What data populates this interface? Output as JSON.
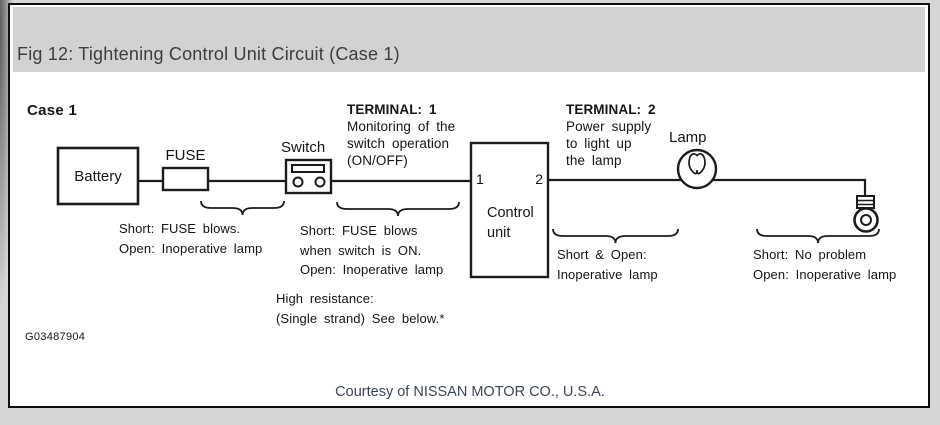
{
  "header": {
    "title": "Fig 12: Tightening Control Unit Circuit (Case 1)"
  },
  "diagram": {
    "case_label": "Case 1",
    "components": {
      "battery": "Battery",
      "fuse": "FUSE",
      "switch": "Switch",
      "lamp": "Lamp",
      "control_unit": [
        "Control",
        "unit"
      ],
      "terminal_1": "1",
      "terminal_2": "2"
    },
    "terminal_notes": {
      "terminal_1": [
        "TERMINAL: 1",
        "Monitoring of the",
        "switch operation",
        "(ON/OFF)"
      ],
      "terminal_2": [
        "TERMINAL: 2",
        "Power supply",
        "to light up",
        "the lamp"
      ]
    },
    "fault_notes": {
      "battery_to_switch": [
        "Short: FUSE blows.",
        "Open: Inoperative lamp"
      ],
      "switch_to_control": [
        "Short: FUSE blows",
        "when switch is ON.",
        "Open: Inoperative lamp"
      ],
      "switch_to_control_extra": [
        "High resistance:",
        "(Single strand) See below.*"
      ],
      "control_to_lamp": [
        "Short & Open:",
        "Inoperative lamp"
      ],
      "lamp_to_ground": [
        "Short: No problem",
        "Open: Inoperative lamp"
      ]
    },
    "figure_id": "G03487904"
  },
  "footer": {
    "courtesy": "Courtesy of NISSAN MOTOR CO., U.S.A."
  },
  "colors": {
    "line": "#1c1c1c",
    "header_bg": "#d2d2d2",
    "page_bg": "#d6d6d6",
    "courtesy_text": "#3d4654"
  }
}
